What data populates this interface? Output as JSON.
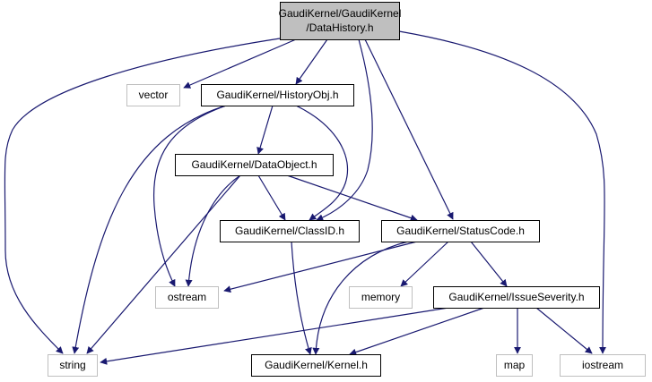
{
  "title": "GaudiKernel/GaudiKernel/DataHistory.h include dependency graph",
  "colors": {
    "edge": "#191970",
    "root_fill": "#bfbfbf",
    "root_stroke": "#000000",
    "internal_stroke": "#000000",
    "external_stroke": "#bfbfbf",
    "node_fill": "#ffffff"
  },
  "nodes": {
    "root": {
      "lines": [
        "GaudiKernel/GaudiKernel",
        "/DataHistory.h"
      ],
      "kind": "root"
    },
    "vector": {
      "lines": [
        "vector"
      ],
      "kind": "external"
    },
    "historyobj": {
      "lines": [
        "GaudiKernel/HistoryObj.h"
      ],
      "kind": "internal"
    },
    "dataobject": {
      "lines": [
        "GaudiKernel/DataObject.h"
      ],
      "kind": "internal"
    },
    "classid": {
      "lines": [
        "GaudiKernel/ClassID.h"
      ],
      "kind": "internal"
    },
    "statuscode": {
      "lines": [
        "GaudiKernel/StatusCode.h"
      ],
      "kind": "internal"
    },
    "ostream": {
      "lines": [
        "ostream"
      ],
      "kind": "external"
    },
    "memory": {
      "lines": [
        "memory"
      ],
      "kind": "external"
    },
    "issueseverity": {
      "lines": [
        "GaudiKernel/IssueSeverity.h"
      ],
      "kind": "internal"
    },
    "string": {
      "lines": [
        "string"
      ],
      "kind": "external"
    },
    "kernel": {
      "lines": [
        "GaudiKernel/Kernel.h"
      ],
      "kind": "internal"
    },
    "map": {
      "lines": [
        "map"
      ],
      "kind": "external"
    },
    "iostream": {
      "lines": [
        "iostream"
      ],
      "kind": "external"
    }
  },
  "edges": [
    {
      "from": "root",
      "to": "string"
    },
    {
      "from": "root",
      "to": "vector"
    },
    {
      "from": "root",
      "to": "historyobj"
    },
    {
      "from": "root",
      "to": "classid"
    },
    {
      "from": "root",
      "to": "statuscode"
    },
    {
      "from": "root",
      "to": "iostream"
    },
    {
      "from": "historyobj",
      "to": "string"
    },
    {
      "from": "historyobj",
      "to": "ostream"
    },
    {
      "from": "historyobj",
      "to": "dataobject"
    },
    {
      "from": "historyobj",
      "to": "classid"
    },
    {
      "from": "dataobject",
      "to": "string"
    },
    {
      "from": "dataobject",
      "to": "ostream"
    },
    {
      "from": "dataobject",
      "to": "classid"
    },
    {
      "from": "dataobject",
      "to": "statuscode"
    },
    {
      "from": "classid",
      "to": "kernel"
    },
    {
      "from": "statuscode",
      "to": "ostream"
    },
    {
      "from": "statuscode",
      "to": "kernel"
    },
    {
      "from": "statuscode",
      "to": "memory"
    },
    {
      "from": "statuscode",
      "to": "issueseverity"
    },
    {
      "from": "issueseverity",
      "to": "string"
    },
    {
      "from": "issueseverity",
      "to": "kernel"
    },
    {
      "from": "issueseverity",
      "to": "map"
    },
    {
      "from": "issueseverity",
      "to": "iostream"
    }
  ]
}
